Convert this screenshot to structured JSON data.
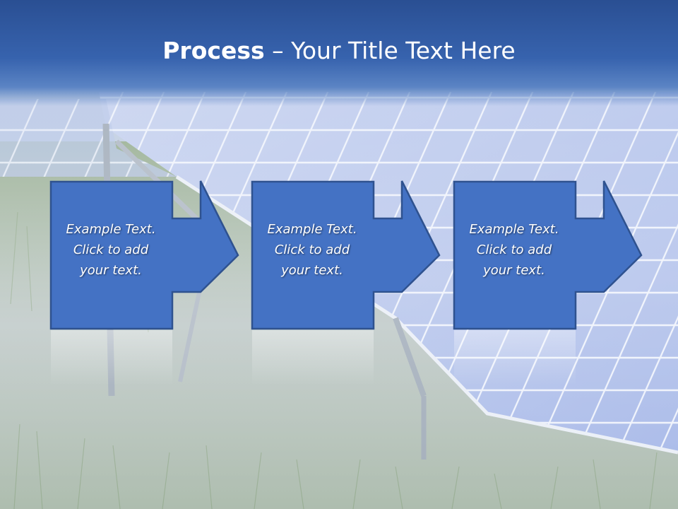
{
  "slide": {
    "title_strong": "Process",
    "title_rest": " – Your Title Text Here",
    "background": "solar-panel-field-photo",
    "accent_color": "#4472c4",
    "steps": [
      {
        "lines": [
          "Example Text.",
          "Click  to add",
          "your text."
        ]
      },
      {
        "lines": [
          "Example Text.",
          "Click  to add",
          "your text."
        ]
      },
      {
        "lines": [
          "Example Text.",
          "Click  to add",
          "your text."
        ]
      }
    ]
  }
}
